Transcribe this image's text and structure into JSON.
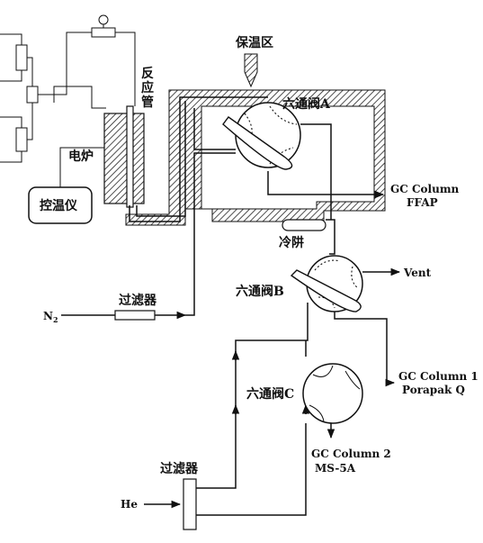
{
  "labels": {
    "insulation_zone": "保温区",
    "reactor_tube": [
      "反",
      "应",
      "管"
    ],
    "furnace": "电炉",
    "temp_controller": "控温仪",
    "valve_a": "六通阀A",
    "valve_b": "六通阀B",
    "valve_c": "六通阀C",
    "cold_trap": "冷阱",
    "filter_n2": "过滤器",
    "filter_he": "过滤器",
    "n2_main": "N",
    "n2_sub": "2",
    "he": "He",
    "vent": "Vent",
    "gc_col_ffap_1": "GC Column",
    "gc_col_ffap_2": "FFAP",
    "gc_col1_1": "GC Column 1",
    "gc_col1_2": "Porapak Q",
    "gc_col2_1": "GC Column 2",
    "gc_col2_2": "MS-5A"
  }
}
